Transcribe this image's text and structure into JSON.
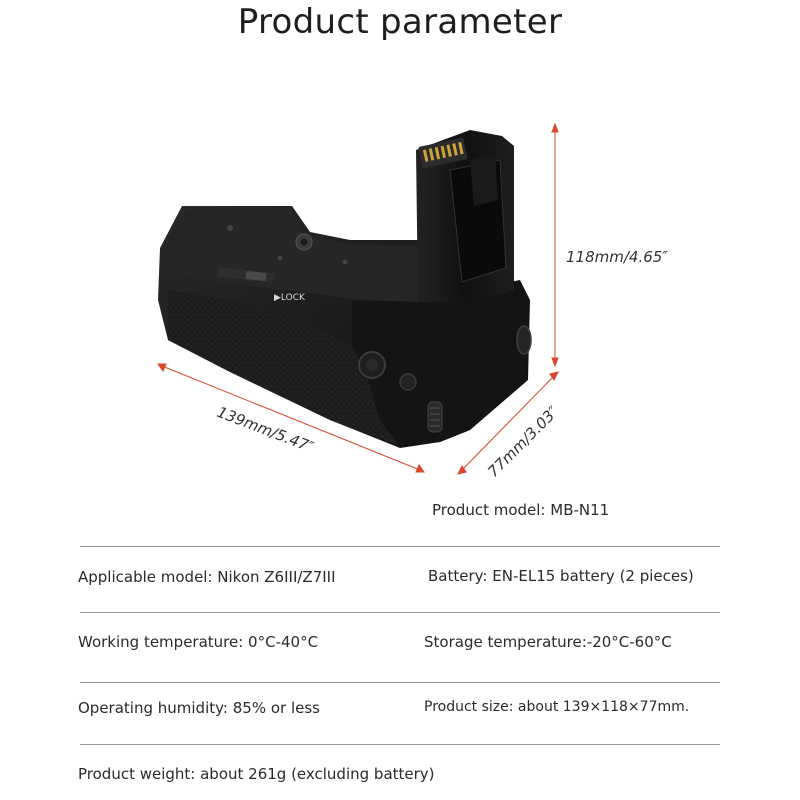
{
  "title": "Product parameter",
  "dimensions": {
    "height": "118mm/4.65″",
    "width": "139mm/5.47″",
    "depth": "77mm/3.03″"
  },
  "product_labels": {
    "lock": "▶LOCK"
  },
  "product_model": "Product model: MB-N11",
  "specs": {
    "applicable_model": "Applicable model: Nikon Z6III/Z7III",
    "battery": "Battery: EN-EL15 battery (2 pieces)",
    "working_temperature": "Working temperature: 0°C-40°C",
    "storage_temperature": "Storage temperature:-20°C-60°C",
    "operating_humidity": "Operating humidity: 85% or less",
    "product_size": "Product size: about 139×118×77mm.",
    "product_weight": "Product weight: about 261g (excluding battery)"
  },
  "colors": {
    "dimension_line": "#d9472f",
    "grip_body": "#151515",
    "rule": "#9a9a9a"
  }
}
